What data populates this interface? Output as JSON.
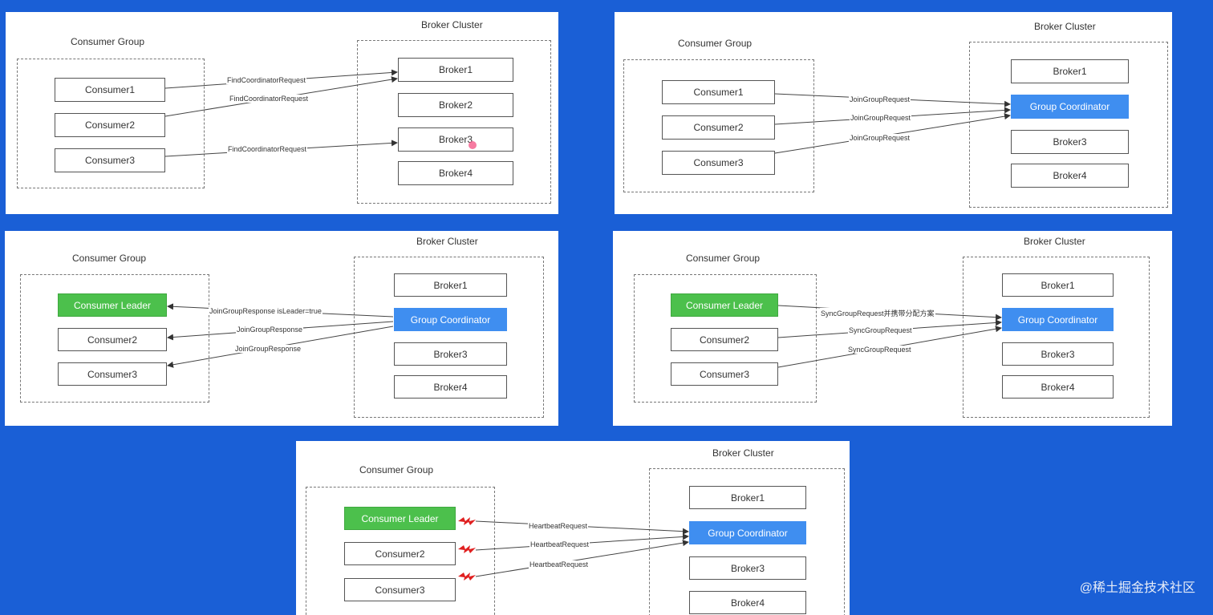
{
  "labels": {
    "consumer_group": "Consumer Group",
    "broker_cluster": "Broker Cluster",
    "consumer1": "Consumer1",
    "consumer2": "Consumer2",
    "consumer3": "Consumer3",
    "consumer_leader": "Consumer Leader",
    "broker1": "Broker1",
    "broker2": "Broker2",
    "broker3": "Broker3",
    "broker4": "Broker4",
    "group_coordinator": "Group Coordinator"
  },
  "requests": {
    "find_coordinator": "FindCoordinatorRequest",
    "join_group_request": "JoinGroupRequest",
    "join_group_response_leader": "JoinGroupResponse isLeader=true",
    "join_group_response": "JoinGroupResponse",
    "sync_group_request_with_plan": "SyncGroupRequest并携带分配方案",
    "sync_group_request": "SyncGroupRequest",
    "heartbeat_request": "HeartbeatRequest"
  },
  "watermark": "@稀土掘金技术社区",
  "colors": {
    "background": "#1a5fd6",
    "leader_green": "#4cc04c",
    "coordinator_blue": "#3f8ef0",
    "heartbeat_red": "#e02020"
  }
}
